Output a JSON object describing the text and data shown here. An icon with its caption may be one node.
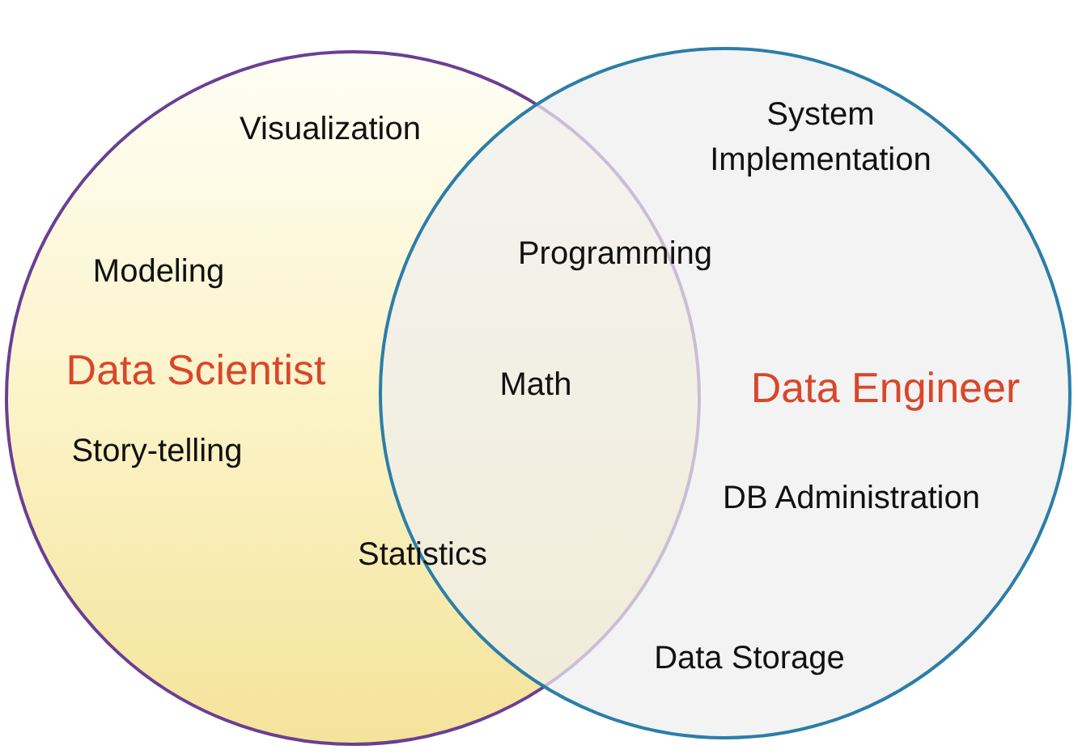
{
  "diagram": {
    "nodes": [
      {
        "text": [
          "Data Scientist"
        ]
      },
      {
        "text": [
          "Data Engineer"
        ]
      }
    ],
    "labels": [
      "Visualization",
      "System Implementation",
      "Programming",
      "Modeling",
      "Math",
      "Story-telling",
      "DB Administration",
      "Statistics",
      "Data Storage"
    ]
  }
}
